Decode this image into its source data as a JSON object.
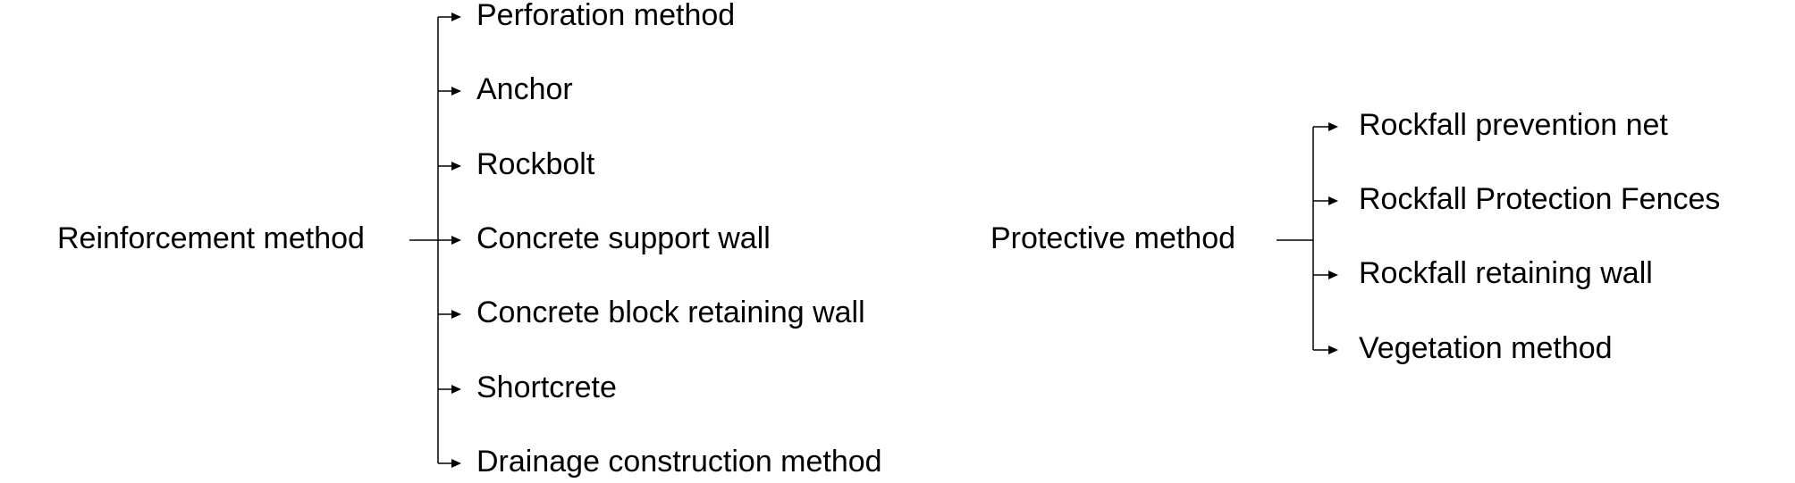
{
  "trees": [
    {
      "root": "Reinforcement method",
      "children": [
        "Perforation method",
        "Anchor",
        "Rockbolt",
        "Concrete support wall",
        "Concrete block retaining wall",
        "Shortcrete",
        "Drainage construction method"
      ]
    },
    {
      "root": "Protective method",
      "children": [
        "Rockfall prevention net",
        "Rockfall Protection Fences",
        "Rockfall retaining wall",
        "Vegetation method"
      ]
    }
  ],
  "colors": {
    "line": "#000000",
    "text": "#000000",
    "background": "#ffffff"
  }
}
